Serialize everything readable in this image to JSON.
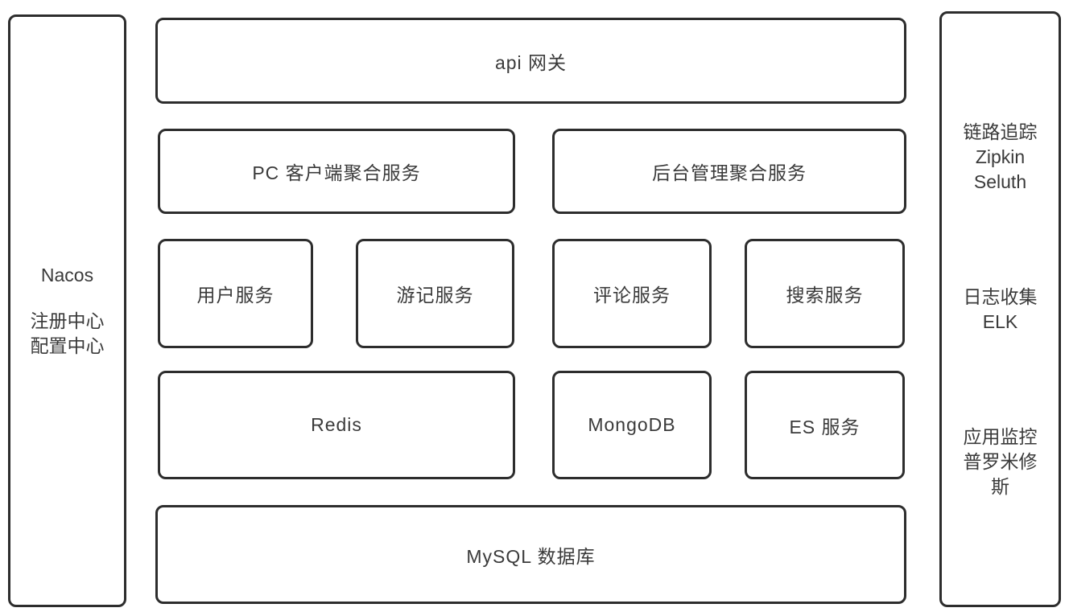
{
  "left_panel": {
    "title": "Nacos",
    "lines": [
      "注册中心",
      "配置中心"
    ]
  },
  "gateway": {
    "label": "api 网关"
  },
  "aggregation": {
    "pc": "PC 客户端聚合服务",
    "admin": "后台管理聚合服务"
  },
  "services": {
    "user": "用户服务",
    "travel": "游记服务",
    "comment": "评论服务",
    "search": "搜索服务"
  },
  "storage": {
    "redis": "Redis",
    "mongodb": "MongoDB",
    "es": "ES 服务"
  },
  "database": {
    "label": "MySQL 数据库"
  },
  "right_panel": {
    "tracing": {
      "lines": [
        "链路追踪",
        "Zipkin",
        "Seluth"
      ]
    },
    "logging": {
      "lines": [
        "日志收集",
        "ELK"
      ]
    },
    "monitoring": {
      "lines": [
        "应用监控",
        "普罗米修斯"
      ]
    }
  },
  "colors": {
    "border": "#2d2d2d",
    "text": "#3a3a3a",
    "background": "#ffffff"
  }
}
